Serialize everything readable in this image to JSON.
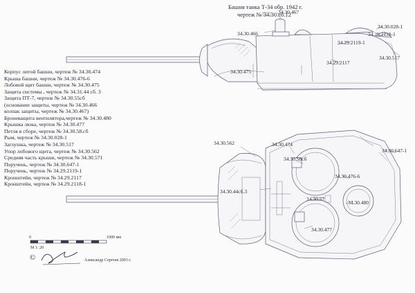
{
  "title": {
    "line1": "Башня танка Т-34  обр. 1942 г.",
    "line2": "чертеж № 34.30.сб.12"
  },
  "side_view_labels": [
    {
      "id": "l1",
      "text": "34.30.467"
    },
    {
      "id": "l2",
      "text": "34.30.466"
    },
    {
      "id": "l3",
      "text": "34.30.028-1"
    },
    {
      "id": "l4",
      "text": "34.29.2118-1"
    },
    {
      "id": "l5",
      "text": "34.29.2119-1"
    },
    {
      "id": "l6",
      "text": "34.30.517"
    },
    {
      "id": "l7",
      "text": "34.29.2117"
    },
    {
      "id": "l8",
      "text": "34.30.475"
    }
  ],
  "top_view_labels": [
    {
      "id": "t1",
      "text": "34.30.562"
    },
    {
      "id": "t2",
      "text": "34.30.474"
    },
    {
      "id": "t3",
      "text": "34.30.647-1"
    },
    {
      "id": "t4",
      "text": "34.30.58сб"
    },
    {
      "id": "t5",
      "text": "34.30.476-6"
    },
    {
      "id": "t6",
      "text": "34.30.44сб.3"
    },
    {
      "id": "t7",
      "text": "34.30.57"
    },
    {
      "id": "t8",
      "text": "34.30.480"
    },
    {
      "id": "t9",
      "text": "34.30.477"
    }
  ],
  "parts_list": [
    "Корпус литой  башни,  чертеж № 34.30.474",
    "Крыша башни, чертеж  № 34.30.476-6",
    "Лобовой щит башни, чертеж № 34.30.475",
    "Защита системы , чертеж № 34.31.44 сб. 3",
    "Защита ПТ-7, чертеж № 34.30.55сб",
    "(основание защиты, чертеж № 34.30.466",
    "колпак защиты, чертеж №  34.30.467)",
    "Броневащита вентилятора,чертеж № 34.30.480",
    "Крышка люка, чертеж № 34.30.477",
    "Петля в сборе, чертеж № 34.30.58.сб",
    "Рым, чертеж № 34.30.028-1",
    "Заглушка, чертеж № 34.30.517",
    "Упор лобового щита, чертеж № 34.30.562",
    "Средняя часть крыши, чертеж № 34.30.571",
    "Поручень, чертеж № 34.30.647-1",
    "Поручень, чертеж № 34.29.2119-1",
    "Кронштейн, чертеж № 34.29.2117",
    "Кронштейн, чертеж № 34.29.2118-1"
  ],
  "scale_bar": {
    "zero": "0",
    "max": "1000 мм",
    "ratio": "М 1: 20"
  },
  "author": "Александр Сергеев 2003 г.",
  "copyright_symbol": "©"
}
